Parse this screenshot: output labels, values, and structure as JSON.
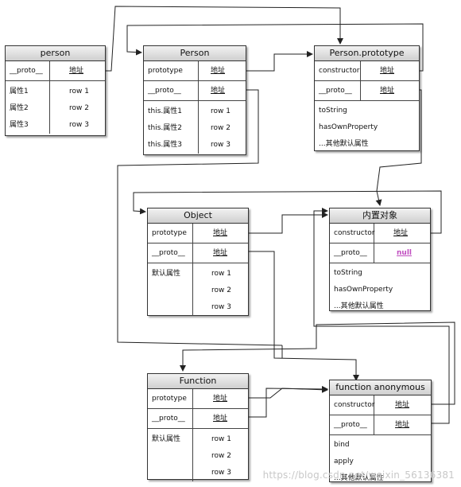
{
  "boxes": {
    "person": {
      "title": "person",
      "proto_key": "__proto__",
      "proto_val": "地址",
      "rows": [
        {
          "k": "属性1",
          "v": "row 1"
        },
        {
          "k": "属性2",
          "v": "row 2"
        },
        {
          "k": "属性3",
          "v": "row 3"
        }
      ]
    },
    "Person": {
      "title": "Person",
      "prototype_key": "prototype",
      "prototype_val": "地址",
      "proto_key": "__proto__",
      "proto_val": "地址",
      "rows": [
        {
          "k": "this.属性1",
          "v": "row 1"
        },
        {
          "k": "this.属性2",
          "v": "row 2"
        },
        {
          "k": "this.属性3",
          "v": "row 3"
        }
      ]
    },
    "PersonPrototype": {
      "title": "Person.prototype",
      "constructor_key": "constructor",
      "constructor_val": "地址",
      "proto_key": "__proto__",
      "proto_val": "地址",
      "items": [
        "toString",
        "hasOwnProperty",
        "...其他默认属性"
      ]
    },
    "Object": {
      "title": "Object",
      "prototype_key": "prototype",
      "prototype_val": "地址",
      "proto_key": "__proto__",
      "proto_val": "地址",
      "label": "默认属性",
      "rows": [
        "row 1",
        "row 2",
        "row 3"
      ]
    },
    "Builtin": {
      "title": "内置对象",
      "constructor_key": "constructor",
      "constructor_val": "地址",
      "proto_key": "__proto__",
      "proto_val": "null",
      "items": [
        "toString",
        "hasOwnProperty",
        "...其他默认属性"
      ]
    },
    "Function": {
      "title": "Function",
      "prototype_key": "prototype",
      "prototype_val": "地址",
      "proto_key": "__proto__",
      "proto_val": "地址",
      "label": "默认属性",
      "rows": [
        "row 1",
        "row 2",
        "row 3"
      ]
    },
    "Anonymous": {
      "title": "function anonymous",
      "constructor_key": "constructor",
      "constructor_val": "地址",
      "proto_key": "__proto__",
      "proto_val": "地址",
      "items": [
        "bind",
        "apply",
        "...其他默认属性"
      ]
    }
  },
  "watermark": "https://blog.csdn.net/weixin_56136381",
  "colors": {
    "line": "#222222",
    "header_top": "#f2f2f2",
    "header_bottom": "#cfcfcf",
    "null": "#c04ec0"
  }
}
